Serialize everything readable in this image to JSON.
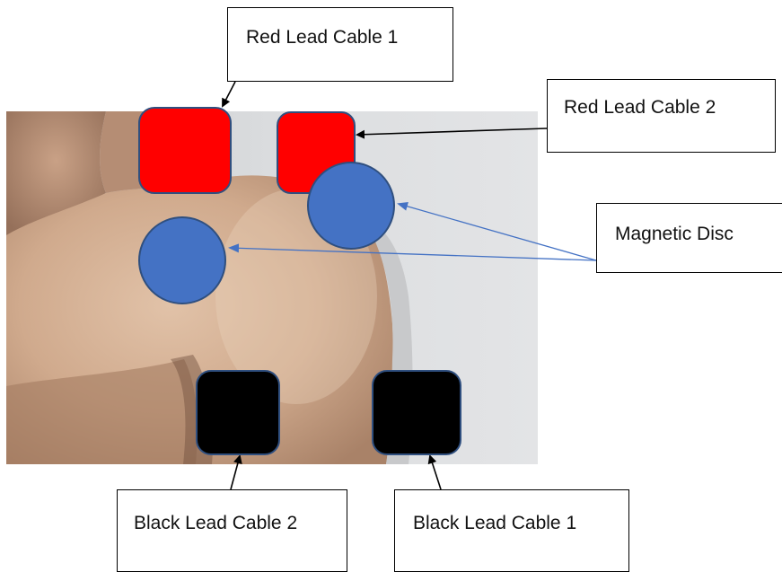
{
  "labels": {
    "red_lead_1": "Red Lead Cable 1",
    "red_lead_2": "Red Lead Cable 2",
    "magnetic_disc": "Magnetic Disc",
    "black_lead_2": "Black Lead Cable 2",
    "black_lead_1": "Black Lead Cable 1"
  },
  "colors": {
    "red_pad": "#ff0000",
    "black_pad": "#000000",
    "magnetic_disc": "#4472c4",
    "pad_border": "#2f4f7f",
    "pointer_black": "#000000",
    "pointer_blue": "#4472c4",
    "photo_background": "#d8dadc",
    "skin": "#c9a58a"
  },
  "icons": {
    "photo": "shoulder-photo",
    "red_pad": "red-electrode-pad",
    "black_pad": "black-electrode-pad",
    "disc": "magnetic-disc"
  }
}
